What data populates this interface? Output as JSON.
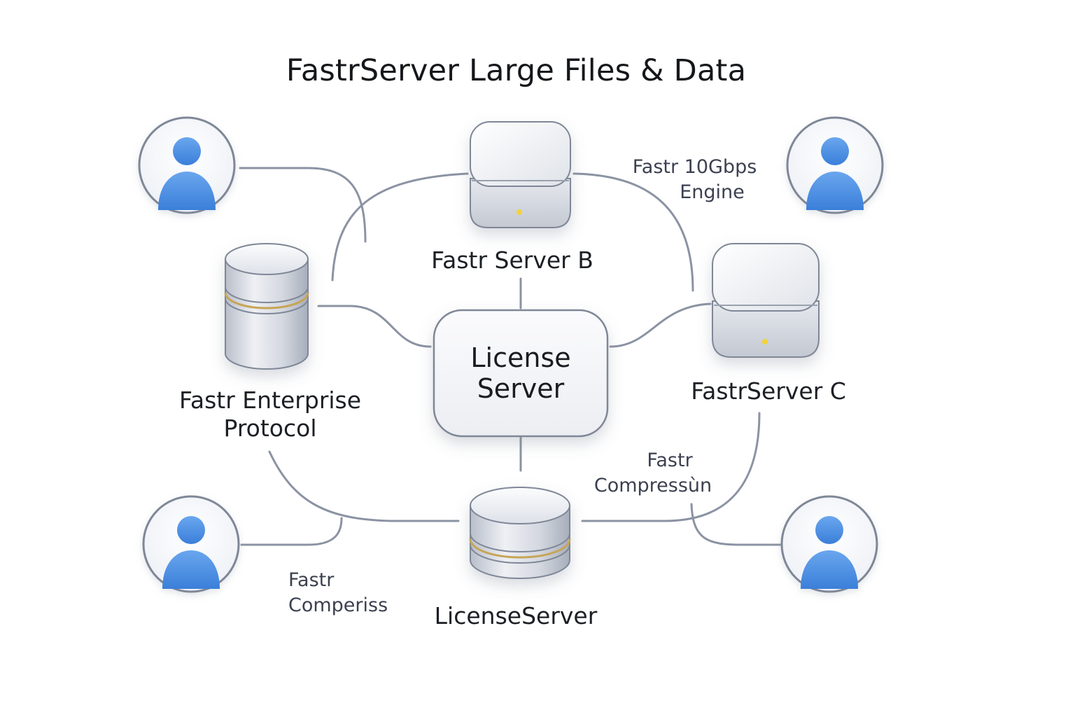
{
  "title": "FastrServer Large Files & Data",
  "nodes": {
    "server_b": {
      "label": "Fastr Server B"
    },
    "server_c": {
      "label": "FastrServer C"
    },
    "enterprise_db": {
      "line1": "Fastr Enterprise",
      "line2": "Protocol"
    },
    "license_center": {
      "line1": "License",
      "line2": "Server"
    },
    "license_db": {
      "label": "LicenseServer"
    }
  },
  "annotations": {
    "engine": {
      "line1": "Fastr 10Gbps",
      "line2": "Engine"
    },
    "compression": {
      "line1": "Fastr",
      "line2": "Compressùn"
    },
    "comperiss": {
      "line1": "Fastr",
      "line2": "Comperiss"
    }
  },
  "users": [
    {
      "icon": "user-icon"
    },
    {
      "icon": "user-icon"
    },
    {
      "icon": "user-icon"
    },
    {
      "icon": "user-icon"
    }
  ],
  "colors": {
    "connector": "#8b93a3",
    "user_blue": "#4a8fe3",
    "indicator_yellow": "#f4d23a",
    "band_gold": "#c7a556"
  }
}
